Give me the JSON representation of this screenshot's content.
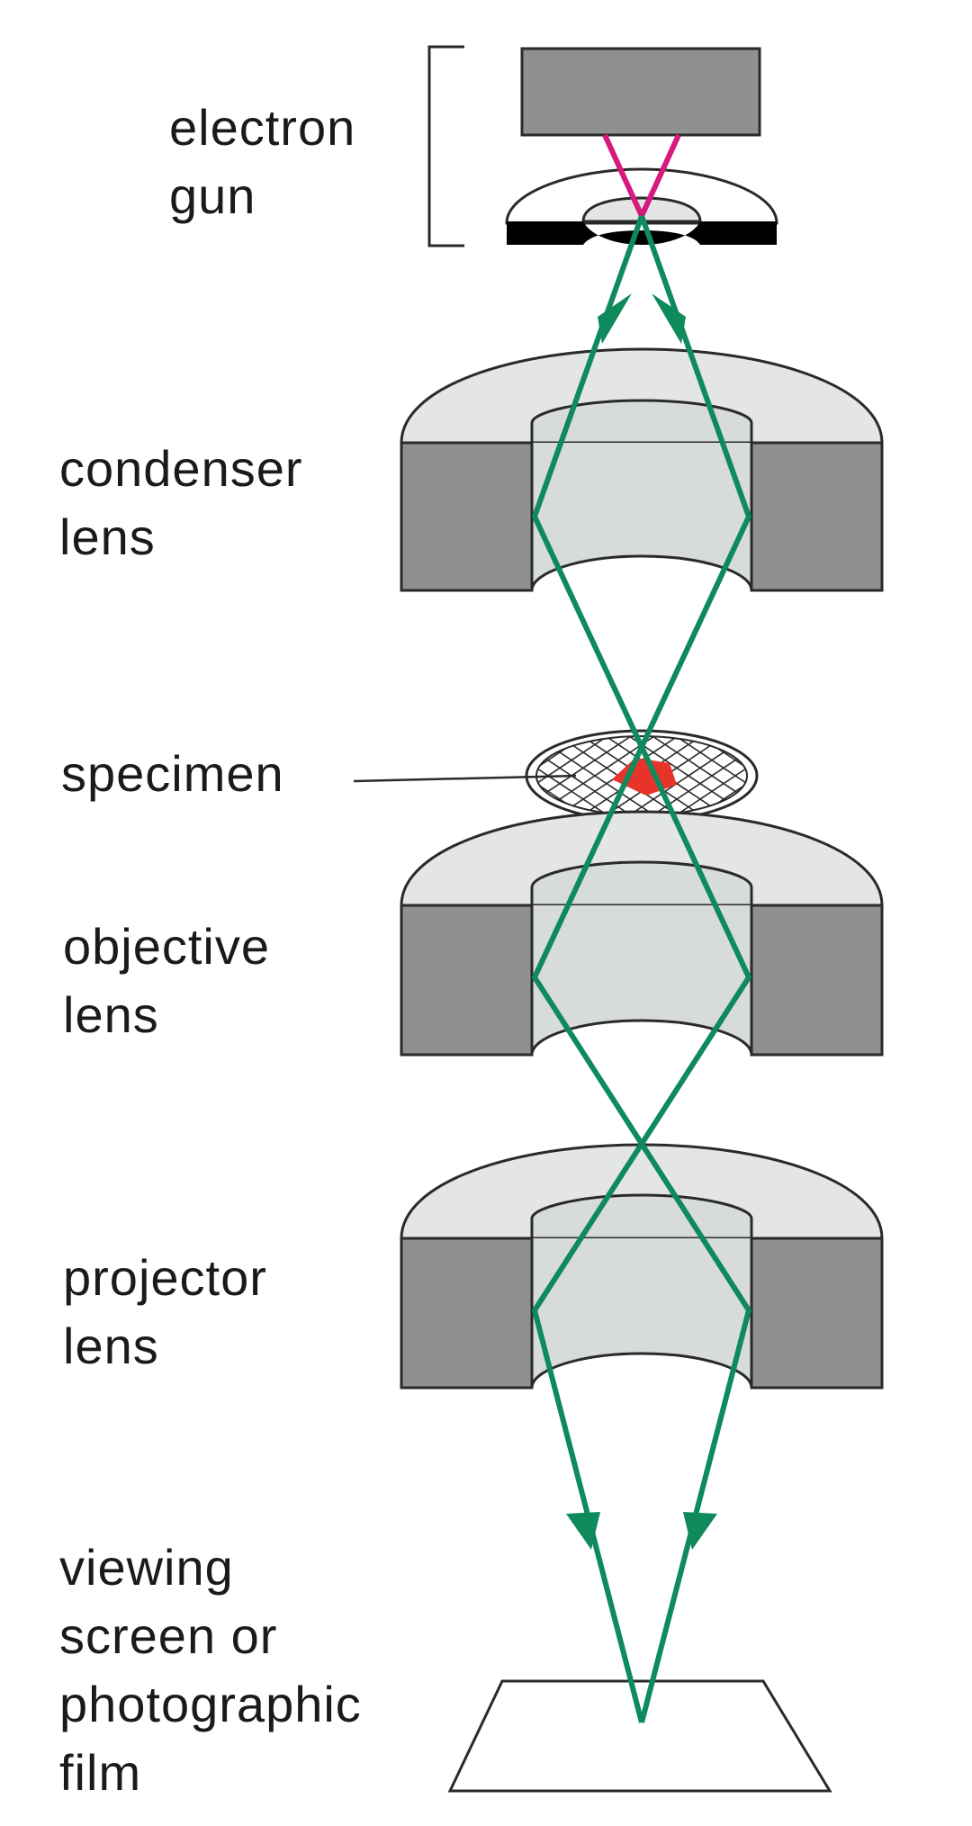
{
  "labels": {
    "electron_gun": [
      "electron",
      "gun"
    ],
    "condenser_lens": [
      "condenser",
      "lens"
    ],
    "specimen": [
      "specimen"
    ],
    "objective_lens": [
      "objective",
      "lens"
    ],
    "projector_lens": [
      "projector",
      "lens"
    ],
    "viewing_screen": [
      "viewing",
      "screen or",
      "photographic",
      "film"
    ]
  },
  "colors": {
    "beam": "#0e8a5c",
    "gun_beam": "#d6197c",
    "lens_dark": "#8e918f",
    "lens_light": "#e3e6e4",
    "specimen_spot": "#e8332a",
    "outline": "#2a2a2a"
  }
}
